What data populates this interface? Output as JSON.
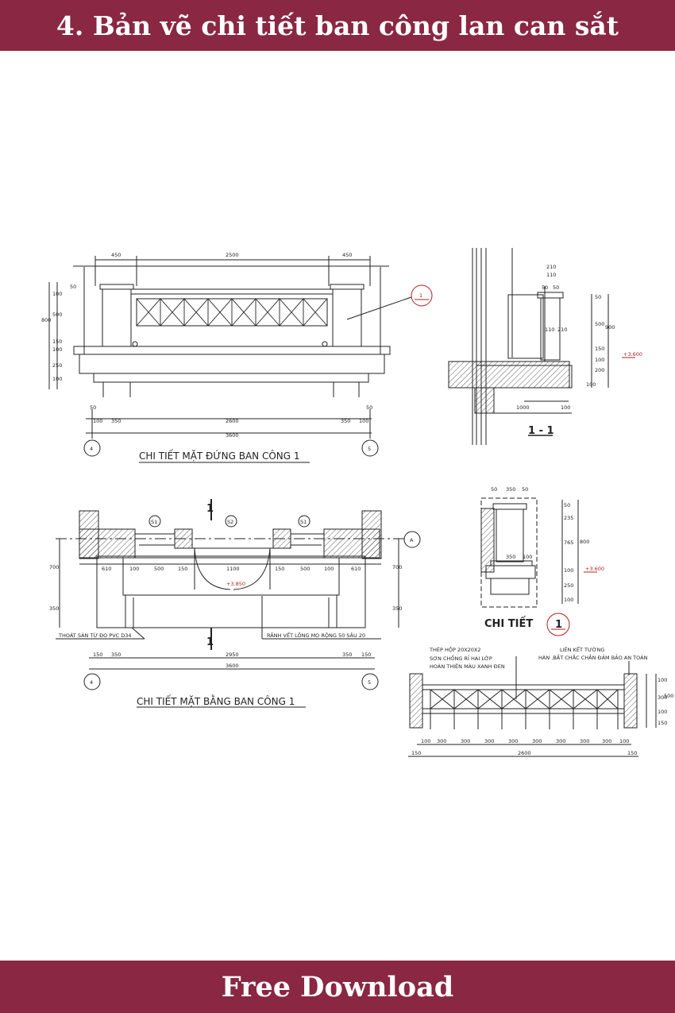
{
  "colors": {
    "banner": "#8a2742",
    "ink": "#222222"
  },
  "header": {
    "title": "4. Bản vẽ chi tiết ban công lan can sắt"
  },
  "footer": {
    "download_label": "Free Download"
  },
  "drawing": {
    "elevation": {
      "caption": "CHI TIẾT MẶT ĐỨNG BAN CÔNG 1",
      "top_dims": [
        "450",
        "2500",
        "450"
      ],
      "bottom_dims": [
        "50",
        "100",
        "350",
        "2600",
        "350",
        "100",
        "50"
      ],
      "overall": "3600",
      "left_dims": [
        "50",
        "100",
        "500",
        "150",
        "100",
        "250",
        "100"
      ],
      "left_total": "800",
      "grid_left": "4",
      "grid_right": "5",
      "callout": "1"
    },
    "section": {
      "label": "1 - 1",
      "top_dims": [
        "210",
        "110",
        "50",
        "50"
      ],
      "mid_dims": [
        "110",
        "210"
      ],
      "right_dims": [
        "50",
        "500",
        "150",
        "100",
        "200",
        "100"
      ],
      "right_total": "900",
      "level": "+3.600",
      "bottom_dims": [
        "1000",
        "100"
      ]
    },
    "plan": {
      "caption": "CHI TIẾT MẶT BẰNG BAN CÔNG 1",
      "cut_mark": "1",
      "tags": [
        "S1",
        "S2",
        "S1"
      ],
      "grid_left": "4",
      "grid_right": "5",
      "grid_row": "A",
      "inner_dims": [
        "610",
        "100",
        "500",
        "150",
        "1100",
        "150",
        "500",
        "100",
        "610"
      ],
      "left_dims": [
        "700",
        "350"
      ],
      "right_dims": [
        "700",
        "350"
      ],
      "level": "+3.850",
      "note_left": "THOÁT SÀN TỪ ĐO PVC D34",
      "note_right": "RÃNH VẾT LÕNG MO RỘNG 50 SÂU 20",
      "bottom_dims": [
        "150",
        "350",
        "2950",
        "350",
        "150"
      ],
      "overall": "3600"
    },
    "detail": {
      "label": "CHI TIẾT",
      "callout": "1",
      "top_dims": [
        "50",
        "350",
        "50"
      ],
      "mid_dims": [
        "350",
        "100"
      ],
      "right_dims": [
        "50",
        "235",
        "765",
        "100",
        "250",
        "100"
      ],
      "right_total": "800",
      "level": "+3.600"
    },
    "railing": {
      "note_left_1": "THÉP HỘP 20X20X2",
      "note_left_2": "SƠN CHỐNG RỈ HAI LỚP",
      "note_left_3": "HOÀN THIỆN MÀU XANH ĐEN",
      "note_right_1": "LIÊN KẾT TƯỜNG",
      "note_right_2": "HÀN ,BẮT CHẮC CHẮN ĐẢM BẢO AN TOÀN",
      "module_dims": [
        "100",
        "300",
        "300",
        "300",
        "300",
        "300",
        "300",
        "300",
        "300",
        "100"
      ],
      "bottom_dims": [
        "150",
        "2600",
        "150"
      ],
      "right_dims": [
        "100",
        "300",
        "100",
        "500",
        "150"
      ]
    }
  }
}
